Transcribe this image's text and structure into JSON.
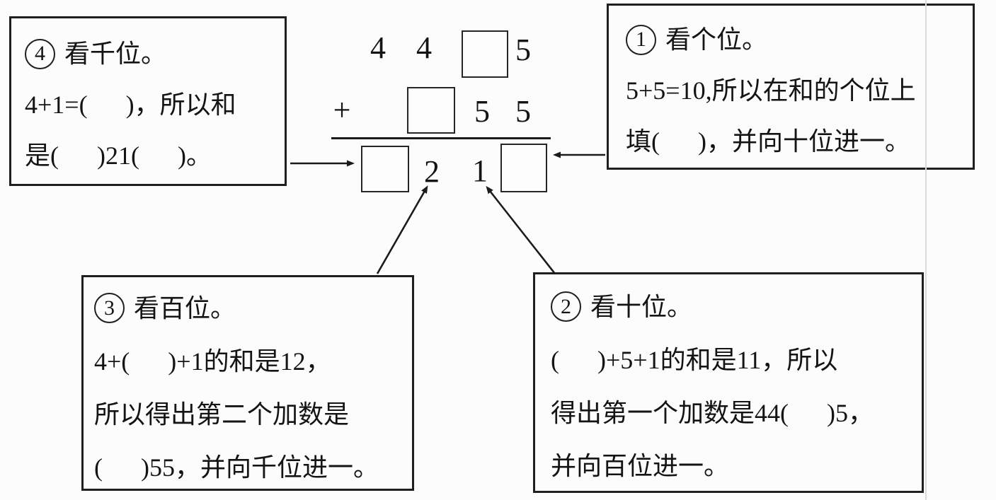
{
  "colors": {
    "ink": "#1b1b1b",
    "paper": "#fcfcfc",
    "scan_artifact": "#dcdcdc"
  },
  "addition": {
    "plus_sign": "+",
    "addend1": {
      "thousands": "4",
      "hundreds": "4",
      "ones": "5"
    },
    "addend2": {
      "tens": "5",
      "ones": "5"
    },
    "sum": {
      "hundreds": "2",
      "tens": "1"
    }
  },
  "callouts": {
    "step1": {
      "badge": "1",
      "title": "看个位。",
      "lines": [
        "5+5=10,所以在和的个位上",
        "填(      )，并向十位进一。"
      ]
    },
    "step2": {
      "badge": "2",
      "title": "看十位。",
      "lines": [
        "(      )+5+1的和是11，所以",
        "得出第一个加数是44(      )5，",
        "并向百位进一。"
      ]
    },
    "step3": {
      "badge": "3",
      "title": "看百位。",
      "lines": [
        "4+(      )+1的和是12，",
        "所以得出第二个加数是",
        "(      )55，并向千位进一。"
      ]
    },
    "step4": {
      "badge": "4",
      "title": "看千位。",
      "lines": [
        "4+1=(      )，所以和",
        "是(      )21(      )。"
      ]
    }
  }
}
